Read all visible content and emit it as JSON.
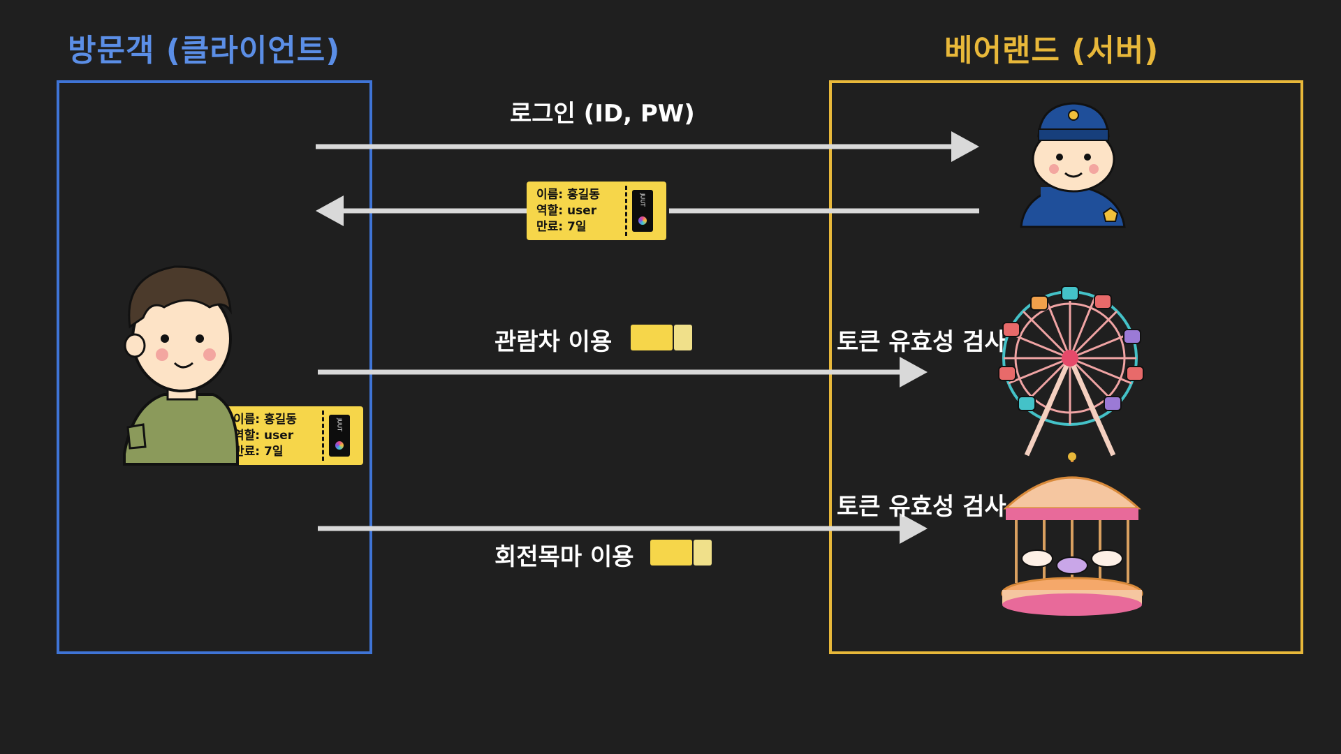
{
  "client": {
    "title": "방문객 (클라이언트)"
  },
  "server": {
    "title": "베어랜드 (서버)"
  },
  "flows": {
    "login": "로그인 (ID, PW)",
    "ferris_wheel": "관람차 이용",
    "merry_go_round": "회전목마 이용",
    "token_check": "토큰 유효성 검사"
  },
  "ticket": {
    "name": "이름: 홍길동",
    "role": "역할: user",
    "expiry": "만료: 7일",
    "stub_text": "JUUT"
  },
  "colors": {
    "background": "#1f1f1f",
    "client_accent": "#3f74d6",
    "server_accent": "#e8b83a",
    "ticket": "#f6d64a",
    "arrow": "#d9d9d9"
  },
  "icons": {
    "visitor": "boy-visitor-icon",
    "guard": "police-guard-icon",
    "ferris": "ferris-wheel-icon",
    "merry": "carousel-icon"
  }
}
